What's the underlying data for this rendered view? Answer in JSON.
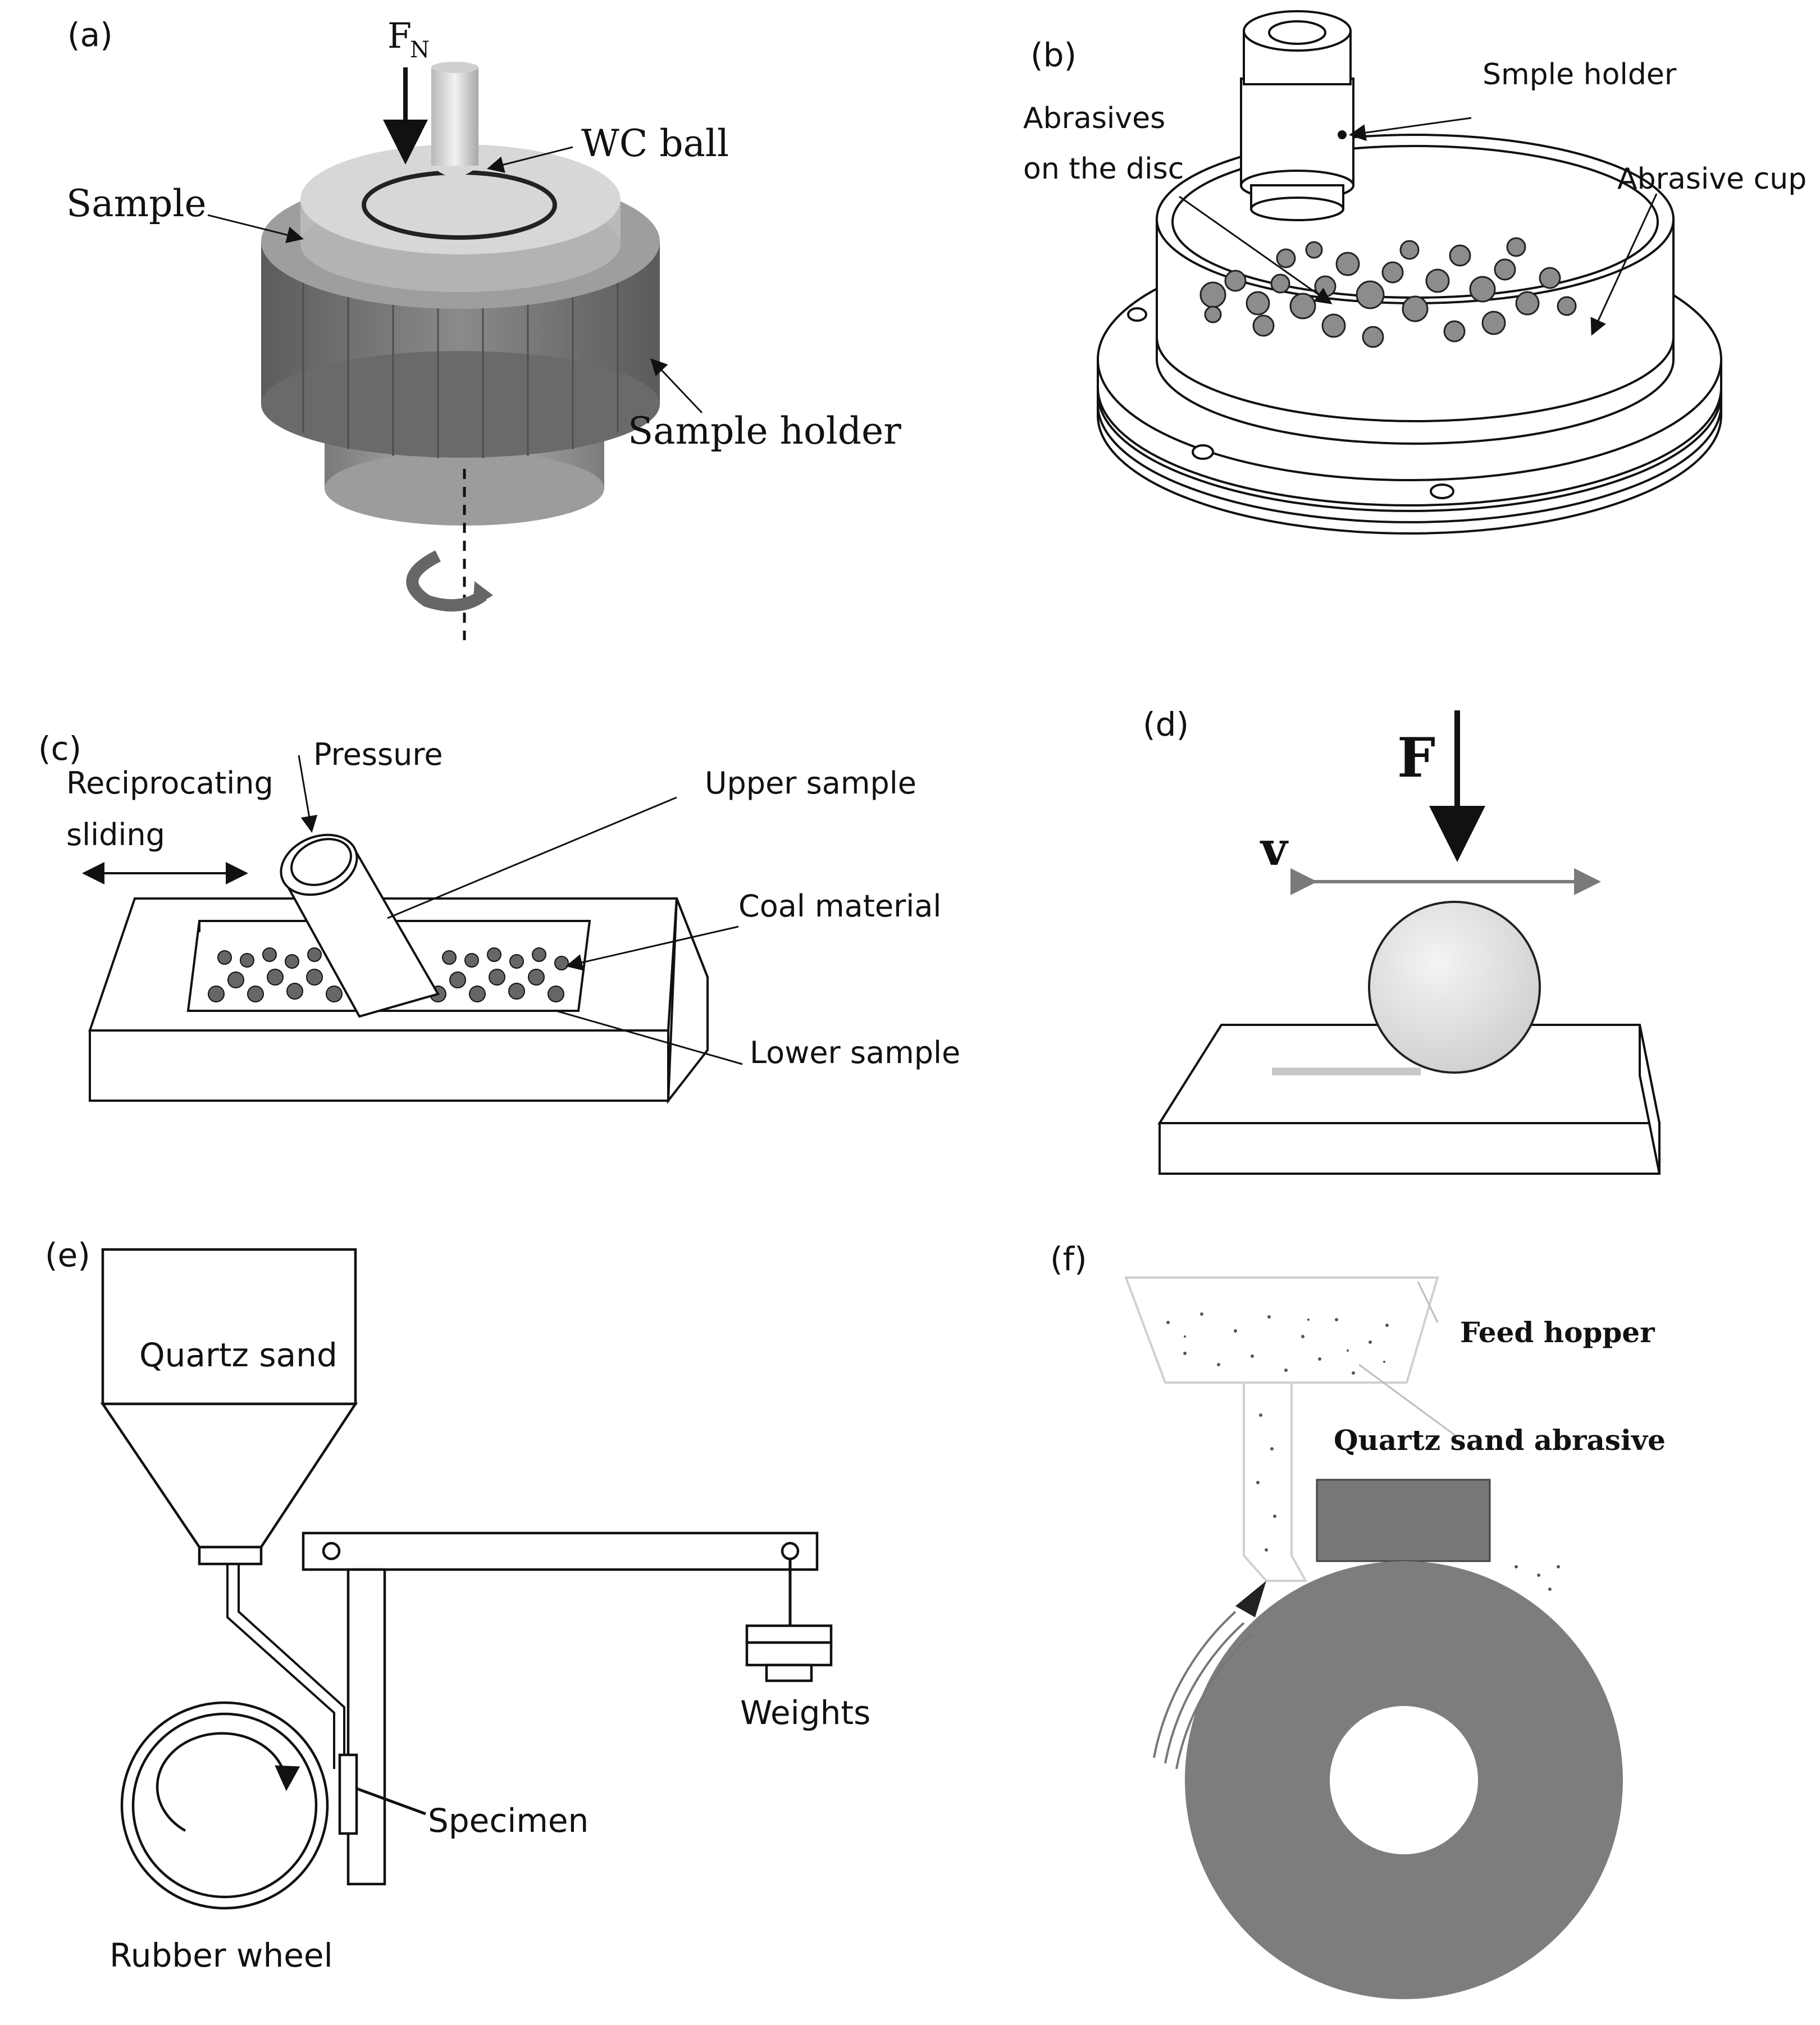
{
  "panels": {
    "a": {
      "letter": "(a)",
      "force_label": "F",
      "force_subscript": "N",
      "labels": {
        "wc_ball": "WC ball",
        "sample": "Sample",
        "sample_holder": "Sample holder"
      }
    },
    "b": {
      "letter": "(b)",
      "labels": {
        "sample_holder": "Smple holder",
        "abrasives_line1": "Abrasives",
        "abrasives_line2": "on the disc",
        "abrasive_cup": "Abrasive cup"
      }
    },
    "c": {
      "letter": "(c)",
      "labels": {
        "pressure": "Pressure",
        "reciprocating_line1": "Reciprocating",
        "reciprocating_line2": "sliding",
        "upper_sample": "Upper sample",
        "coal_material": "Coal material",
        "lower_sample": "Lower sample"
      }
    },
    "d": {
      "letter": "(d)",
      "force_label": "F",
      "velocity_label": "v"
    },
    "e": {
      "letter": "(e)",
      "labels": {
        "quartz_sand": "Quartz sand",
        "weights": "Weights",
        "specimen": "Specimen",
        "rubber_wheel": "Rubber wheel"
      }
    },
    "f": {
      "letter": "(f)",
      "labels": {
        "feed_hopper": "Feed hopper",
        "quartz_sand_abrasive": "Quartz sand abrasive"
      }
    }
  }
}
